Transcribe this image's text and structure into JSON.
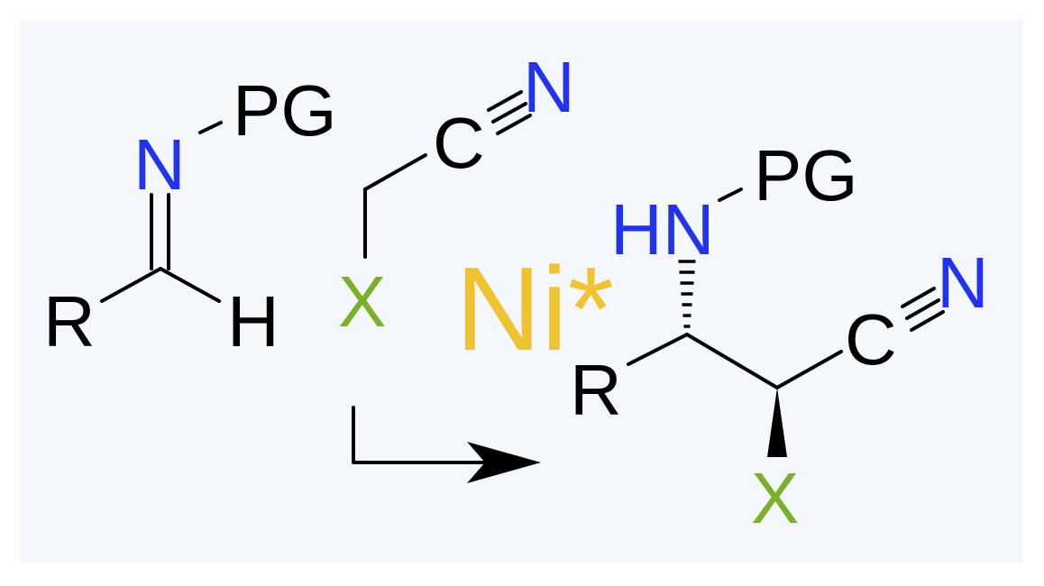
{
  "colors": {
    "background_panel": "#f4f7fb",
    "bond": "#000000",
    "nitrogen": "#2233f0",
    "halogen_x": "#7bb02a",
    "catalyst": "#f0c332",
    "text_default": "#000000"
  },
  "imine": {
    "r": "R",
    "h": "H",
    "n": "N",
    "pg": "PG"
  },
  "nitrile_reagent": {
    "c": "C",
    "n": "N",
    "x": "X"
  },
  "catalyst": {
    "label": "Ni*"
  },
  "product": {
    "r": "R",
    "hn": "HN",
    "pg": "PG",
    "c": "C",
    "n": "N",
    "x": "X"
  },
  "arrow": {
    "icon": "bent-reaction-arrow-icon"
  }
}
